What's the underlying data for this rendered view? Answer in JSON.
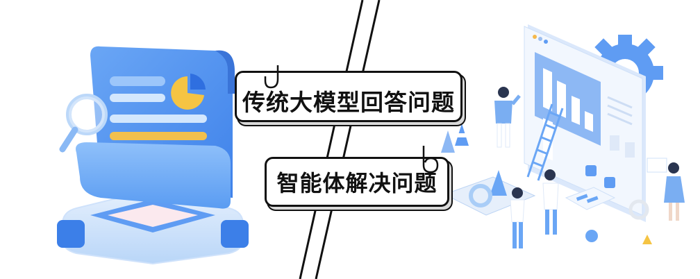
{
  "labels": {
    "traditional": "传统大模型回答问题",
    "agent": "智能体解决问题"
  },
  "illustrations": {
    "left": "document-with-chart-on-pedestal",
    "right": "isometric-team-dashboard"
  },
  "colors": {
    "primary_blue": "#4a8ff0",
    "light_blue": "#a9cdf7",
    "pale_blue": "#e3eefc",
    "accent_yellow": "#f5c443",
    "ink": "#111111",
    "shadow_gray": "#d9d9d9"
  }
}
